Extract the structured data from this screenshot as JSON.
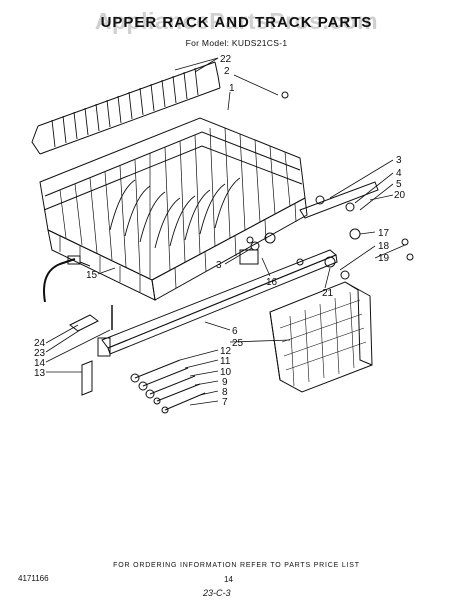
{
  "watermark": "AppliancePartsPros.com",
  "title": "UPPER RACK AND TRACK PARTS",
  "model_line": "For Model: KUDS21CS-1",
  "callouts": [
    {
      "label": "22"
    },
    {
      "label": "2"
    },
    {
      "label": "1"
    },
    {
      "label": "3"
    },
    {
      "label": "4"
    },
    {
      "label": "5"
    },
    {
      "label": "20"
    },
    {
      "label": "17"
    },
    {
      "label": "18"
    },
    {
      "label": "19"
    },
    {
      "label": "3"
    },
    {
      "label": "16"
    },
    {
      "label": "21"
    },
    {
      "label": "15"
    },
    {
      "label": "6"
    },
    {
      "label": "25"
    },
    {
      "label": "12"
    },
    {
      "label": "11"
    },
    {
      "label": "10"
    },
    {
      "label": "9"
    },
    {
      "label": "8"
    },
    {
      "label": "7"
    },
    {
      "label": "24"
    },
    {
      "label": "23"
    },
    {
      "label": "14"
    },
    {
      "label": "13"
    }
  ],
  "footer": {
    "ordering_note": "FOR ORDERING INFORMATION REFER TO PARTS PRICE LIST",
    "doc_number": "4171166",
    "page_number": "14",
    "handwritten_note": "23-C-3"
  }
}
